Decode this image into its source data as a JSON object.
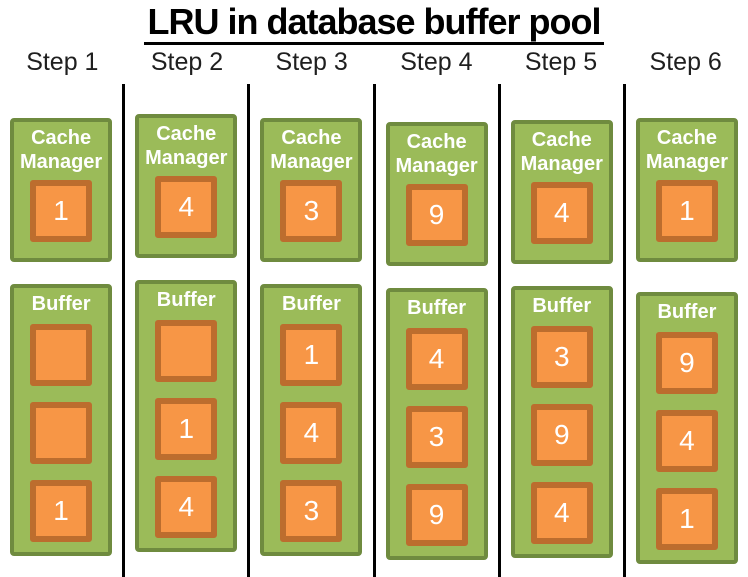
{
  "title": "LRU in database buffer pool",
  "colors": {
    "green_fill": "#9bbb59",
    "green_border": "#6f8b3f",
    "orange_fill": "#f79646",
    "orange_border": "#bc6d2e",
    "divider": "#000000",
    "title_text": "#000000",
    "step_text": "#1f1f1f",
    "box_text": "#ffffff"
  },
  "steps": [
    {
      "label": "Step 1",
      "cache_manager": {
        "label": "Cache Manager",
        "value": "1"
      },
      "buffer": {
        "label": "Buffer",
        "slots": [
          "",
          "",
          "1"
        ]
      }
    },
    {
      "label": "Step 2",
      "cache_manager": {
        "label": "Cache Manager",
        "value": "4"
      },
      "buffer": {
        "label": "Buffer",
        "slots": [
          "",
          "1",
          "4"
        ]
      }
    },
    {
      "label": "Step 3",
      "cache_manager": {
        "label": "Cache Manager",
        "value": "3"
      },
      "buffer": {
        "label": "Buffer",
        "slots": [
          "1",
          "4",
          "3"
        ]
      }
    },
    {
      "label": "Step 4",
      "cache_manager": {
        "label": "Cache Manager",
        "value": "9"
      },
      "buffer": {
        "label": "Buffer",
        "slots": [
          "4",
          "3",
          "9"
        ]
      }
    },
    {
      "label": "Step 5",
      "cache_manager": {
        "label": "Cache Manager",
        "value": "4"
      },
      "buffer": {
        "label": "Buffer",
        "slots": [
          "3",
          "9",
          "4"
        ]
      }
    },
    {
      "label": "Step 6",
      "cache_manager": {
        "label": "Cache Manager",
        "value": "1"
      },
      "buffer": {
        "label": "Buffer",
        "slots": [
          "9",
          "4",
          "1"
        ]
      }
    }
  ]
}
